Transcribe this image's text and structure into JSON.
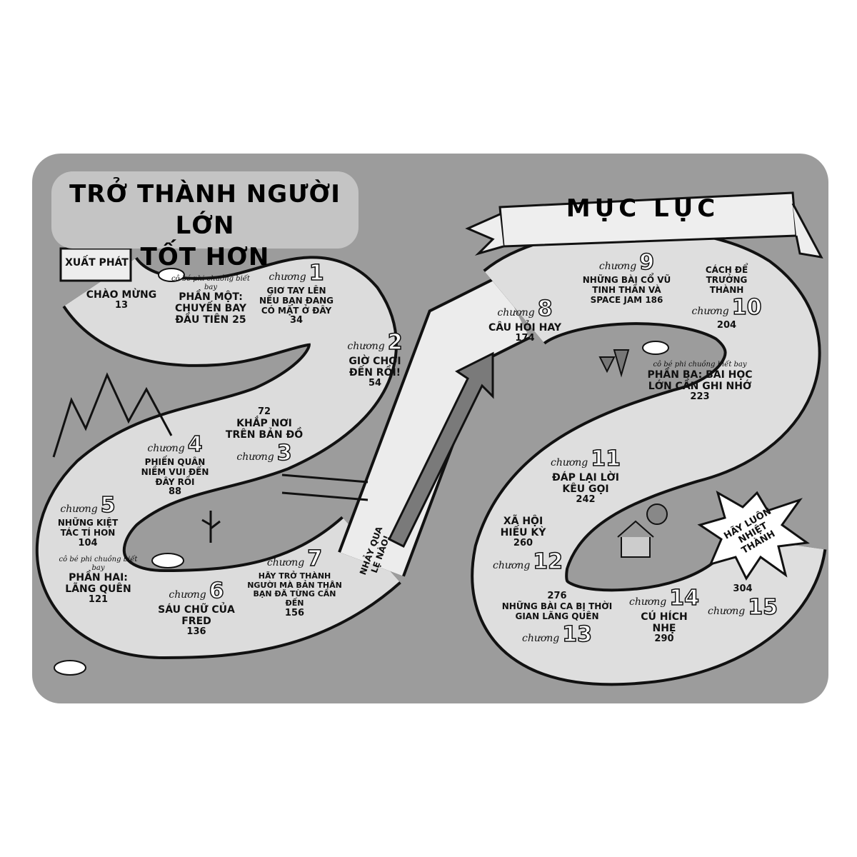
{
  "title": {
    "line1": "Trở thành người lớn",
    "line2": "tốt hơn"
  },
  "banner": "Mục lục",
  "start": "Xuất phát",
  "chapter_word": "chương",
  "part_caption": "cô bé phi chuồng biết bay",
  "tiles": [
    {
      "id": "welcome",
      "label": "Chào mừng",
      "page": "13"
    },
    {
      "id": "part1",
      "label": "Phần một: Chuyến bay đầu tiên",
      "page": "25"
    },
    {
      "id": "ch1",
      "number": "1",
      "label": "Giơ tay lên nếu bạn đang có mặt ở đây",
      "page": "34"
    },
    {
      "id": "ch2",
      "number": "2",
      "label": "Giờ chơi đến rồi!",
      "page": "54"
    },
    {
      "id": "ch3",
      "number": "3",
      "label": "Khắp nơi trên bản đồ",
      "page": "72"
    },
    {
      "id": "ch4",
      "number": "4",
      "label": "Phiến quân niềm vui đến đây rồi",
      "page": "88"
    },
    {
      "id": "ch5",
      "number": "5",
      "label": "Những kiệt tác tí hon",
      "page": "104"
    },
    {
      "id": "part2",
      "label": "Phần hai: Lãng quên",
      "page": "121"
    },
    {
      "id": "ch6",
      "number": "6",
      "label": "Sáu chữ của Fred",
      "page": "136"
    },
    {
      "id": "ch7",
      "number": "7",
      "label": "Hãy trở thành người mà bản thân bạn đã từng cần đến",
      "page": "156"
    },
    {
      "id": "jump",
      "label": "Nhảy qua lẹ nào!"
    },
    {
      "id": "ch8",
      "number": "8",
      "label": "Câu hỏi hay",
      "page": "174"
    },
    {
      "id": "ch9",
      "number": "9",
      "label": "Những bài cổ vũ tinh thần và Space Jam",
      "page": "186"
    },
    {
      "id": "ch10",
      "number": "10",
      "label": "Cách để trưởng thành",
      "page": "204"
    },
    {
      "id": "part3",
      "label": "Phần ba: Bài học lớn cần ghi nhớ",
      "page": "223"
    },
    {
      "id": "ch11",
      "number": "11",
      "label": "Đáp lại lời kêu gọi",
      "page": "242"
    },
    {
      "id": "ch12",
      "number": "12",
      "label": "Xã hội hiếu kỳ",
      "page": "260"
    },
    {
      "id": "ch13",
      "number": "13",
      "label": "Những bài ca bị thời gian lãng quên",
      "page": "276"
    },
    {
      "id": "ch14",
      "number": "14",
      "label": "Cú hích nhẹ",
      "page": "290"
    },
    {
      "id": "ch15",
      "number": "15",
      "label": "",
      "page": "304"
    }
  ],
  "burst": "Hãy luôn nhiệt thành"
}
